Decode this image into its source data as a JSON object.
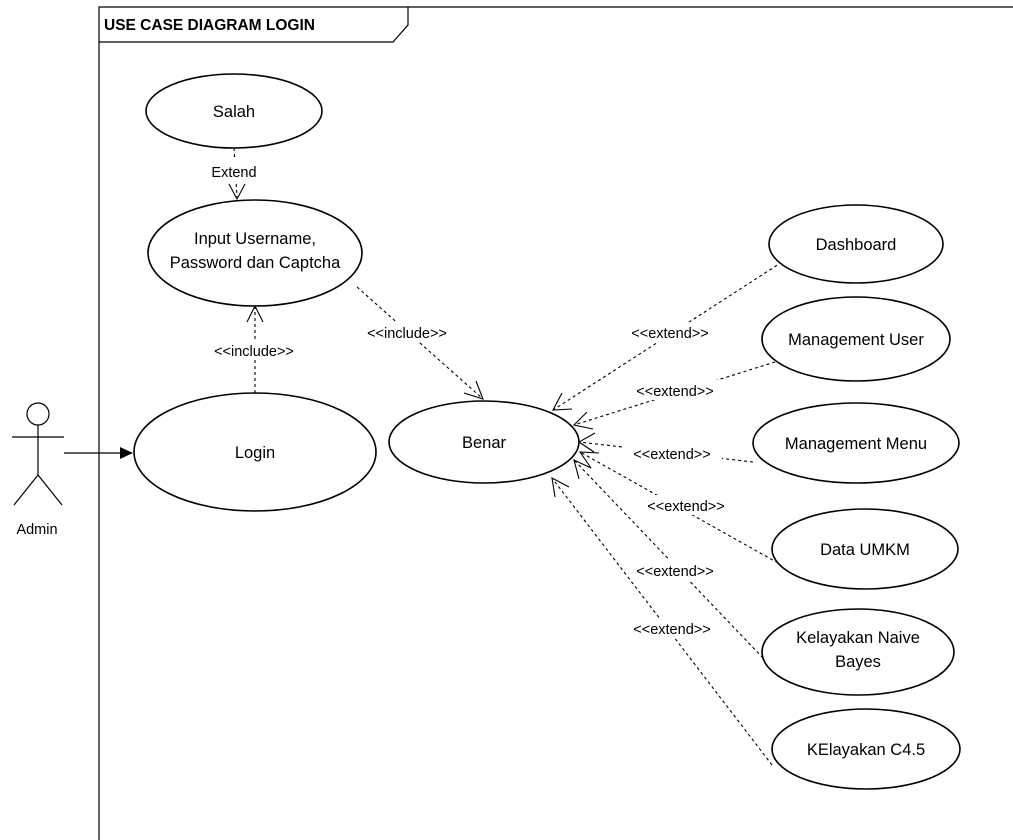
{
  "frame": {
    "title": "USE CASE DIAGRAM LOGIN"
  },
  "actor": {
    "name": "Admin"
  },
  "use_cases": {
    "salah": "Salah",
    "input_line1": "Input Username,",
    "input_line2": "Password dan Captcha",
    "login": "Login",
    "benar": "Benar",
    "dashboard": "Dashboard",
    "management_user": "Management User",
    "management_menu": "Management Menu",
    "data_umkm": "Data UMKM",
    "kelayakan_nb_line1": "Kelayakan Naive",
    "kelayakan_nb_line2": "Bayes",
    "kelayakan_c45": "KElayakan C4.5"
  },
  "relations": {
    "extend_salah": "Extend",
    "include_login": "<<include>>",
    "include_benar": "<<include>>",
    "extend_dashboard": "<<extend>>",
    "extend_management_user": "<<extend>>",
    "extend_management_menu": "<<extend>>",
    "extend_data_umkm": "<<extend>>",
    "extend_kelayakan_nb": "<<extend>>",
    "extend_kelayakan_c45": "<<extend>>"
  }
}
